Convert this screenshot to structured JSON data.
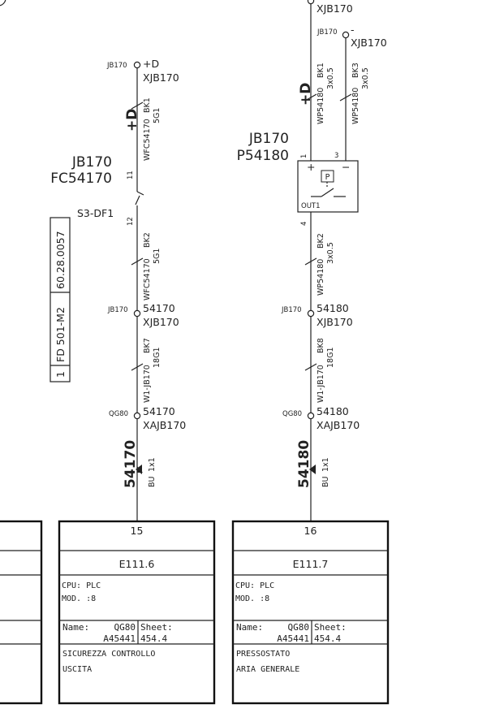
{
  "left": {
    "top": {
      "dev": "JB170",
      "pin": "+D",
      "conn": "XJB170"
    },
    "cable_top": {
      "pol": "+D",
      "cable": "WFC54170",
      "core": "BK1",
      "spec": "5G1"
    },
    "device_label": "JB170",
    "device_tag": "FC54170",
    "switch_label": "S3-DF1",
    "pin_a": "11",
    "pin_b": "12",
    "cable_mid": {
      "cable": "WFC54170",
      "core": "BK2",
      "spec": "5G1"
    },
    "junction": {
      "dev": "JB170",
      "wire": "54170",
      "conn": "XJB170"
    },
    "cable_low": {
      "cable": "W1-JB170",
      "core": "BK7",
      "spec": "18G1"
    },
    "qg": {
      "dev": "QG80",
      "wire": "54170",
      "conn": "XAJB170"
    },
    "wire_num": "54170",
    "wire_color": "BU",
    "wire_size": "1x1"
  },
  "right": {
    "top_conn": "XJB170",
    "neg": {
      "dev": "JB170",
      "pin": "-",
      "conn": "XJB170"
    },
    "cable_top_a": {
      "pol": "+D",
      "cable": "WP54180",
      "core": "BK1",
      "spec": "3x0.5"
    },
    "cable_top_b": {
      "cable": "WP54180",
      "core": "BK3",
      "spec": "3x0.5"
    },
    "device_label": "JB170",
    "device_tag": "P54180",
    "pin1": "1",
    "pin3": "3",
    "pin4": "4",
    "plus": "+",
    "minus": "−",
    "p_symbol": "P",
    "out": "OUT1",
    "cable_mid": {
      "cable": "WP54180",
      "core": "BK2",
      "spec": "3x0.5"
    },
    "junction": {
      "dev": "JB170",
      "wire": "54180",
      "conn": "XJB170"
    },
    "cable_low": {
      "cable": "W1-JB170",
      "core": "BK8",
      "spec": "18G1"
    },
    "qg": {
      "dev": "QG80",
      "wire": "54180",
      "conn": "XAJB170"
    },
    "wire_num": "54180",
    "wire_color": "BU",
    "wire_size": "1x1"
  },
  "ref_box": {
    "c1": "1",
    "c2": "FD 501-M2",
    "c3": "60.28.0057"
  },
  "blocks": [
    {
      "num": "15",
      "addr": "E111.6",
      "cpu": "CPU: PLC",
      "mod": "MOD. :8",
      "name_label": "Name:",
      "name_v1": "QG80",
      "name_v2": "A45441",
      "sheet_label": "Sheet:",
      "sheet_v": "454.4",
      "desc1": "SICUREZZA CONTROLLO",
      "desc2": "USCITA"
    },
    {
      "num": "16",
      "addr": "E111.7",
      "cpu": "CPU: PLC",
      "mod": "MOD. :8",
      "name_label": "Name:",
      "name_v1": "QG80",
      "name_v2": "A45441",
      "sheet_label": "Sheet:",
      "sheet_v": "454.4",
      "desc1": "PRESSOSTATO",
      "desc2": "ARIA GENERALE"
    }
  ]
}
